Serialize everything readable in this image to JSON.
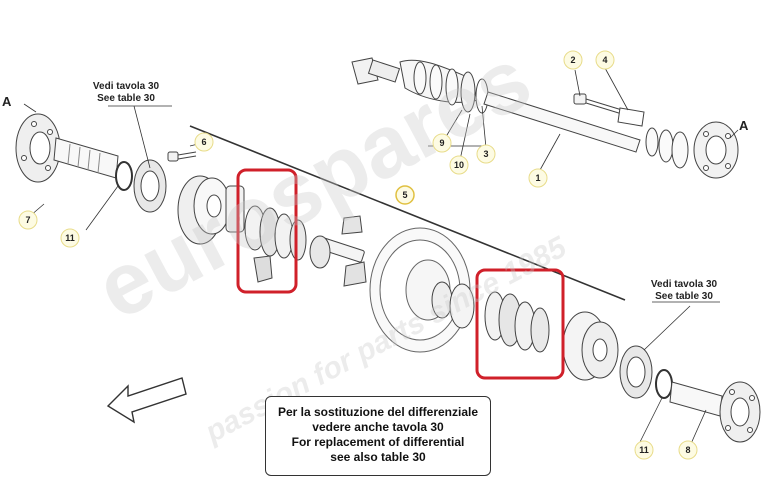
{
  "ref_label_left": "A",
  "ref_label_right": "A",
  "see_table_left": {
    "line1": "Vedi tavola 30",
    "line2": "See table 30"
  },
  "see_table_right": {
    "line1": "Vedi tavola 30",
    "line2": "See table 30"
  },
  "callouts": [
    "1",
    "2",
    "3",
    "4",
    "5",
    "6",
    "7",
    "8",
    "9",
    "10",
    "11",
    "11"
  ],
  "note": {
    "line1": "Per la sostituzione del differenziale",
    "line2": "vedere anche tavola 30",
    "line3": "For replacement of differential",
    "line4": "see  also table 30"
  },
  "watermark": {
    "brand": "eurospares",
    "tagline": "passion for parts since 1985"
  },
  "colors": {
    "highlight": "#d0202a",
    "callout_fill": "#fdfbe3",
    "callout_ring": "#e8dc8a",
    "line": "#333333"
  }
}
